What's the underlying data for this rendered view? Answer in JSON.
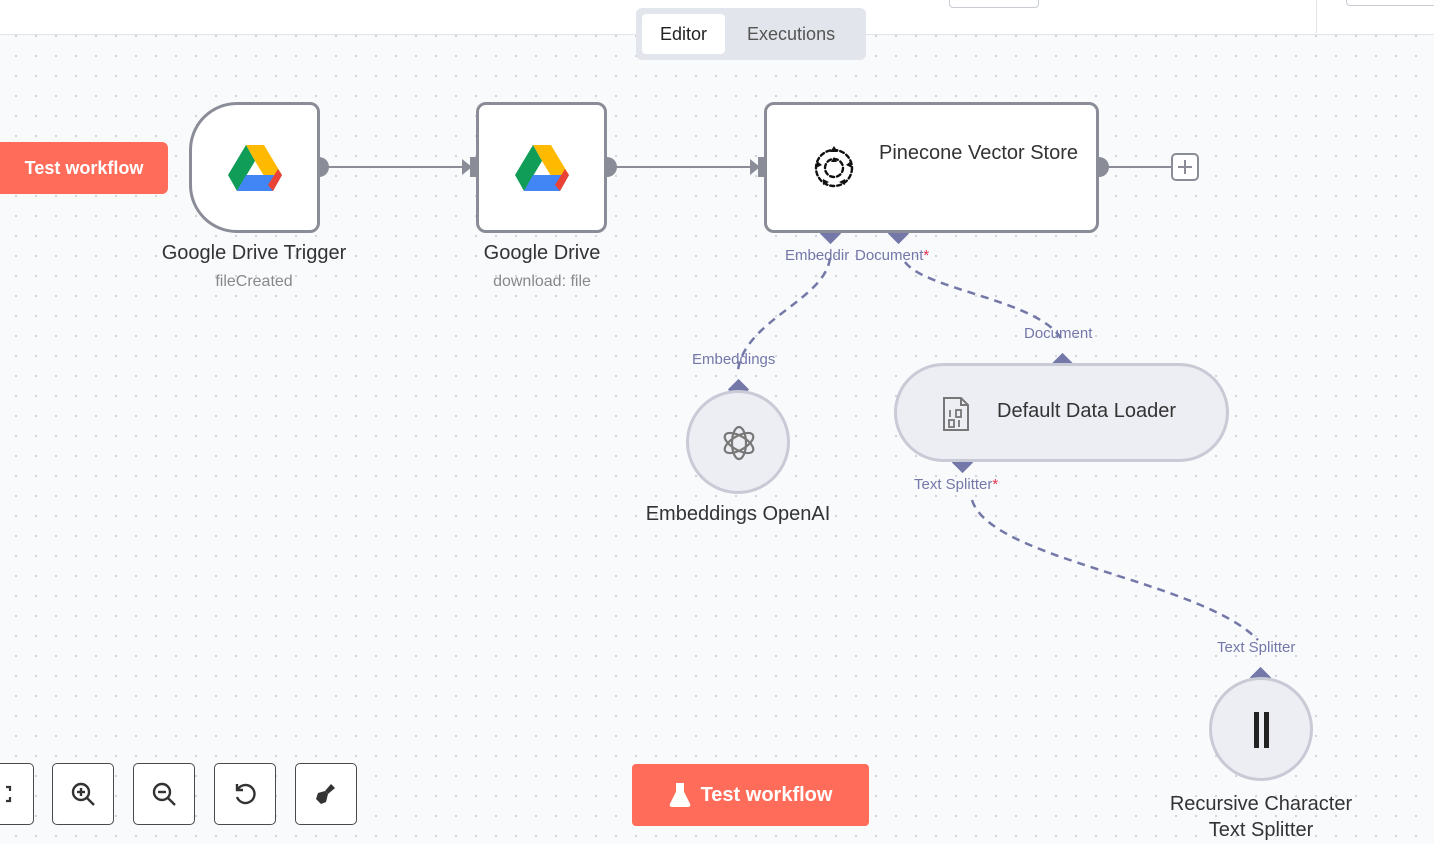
{
  "tabs": {
    "editor": "Editor",
    "executions": "Executions"
  },
  "side_test_button": "Test workflow",
  "main_test_button": "Test workflow",
  "nodes": {
    "trigger": {
      "title": "Google Drive Trigger",
      "subtitle": "fileCreated",
      "icon": "google-drive-icon"
    },
    "drive": {
      "title": "Google Drive",
      "subtitle": "download: file",
      "icon": "google-drive-icon"
    },
    "pinecone": {
      "title": "Pinecone Vector Store",
      "icon": "pinecone-icon"
    },
    "loader": {
      "title": "Default Data Loader",
      "icon": "document-icon"
    },
    "embed": {
      "title": "Embeddings OpenAI",
      "icon": "openai-icon"
    },
    "splitter": {
      "title": "Recursive Character Text Splitter",
      "icon": "splitter-icon"
    }
  },
  "ports": {
    "pinecone_embedding": "Embeddir",
    "pinecone_document": "Document",
    "required_marker": "*",
    "embed_output": "Embeddings",
    "loader_input": "Document",
    "loader_text_splitter": "Text Splitter",
    "splitter_output": "Text Splitter"
  },
  "colors": {
    "accent": "#ff6d5a",
    "connector": "#7478a8",
    "edge": "#8a8d97"
  }
}
